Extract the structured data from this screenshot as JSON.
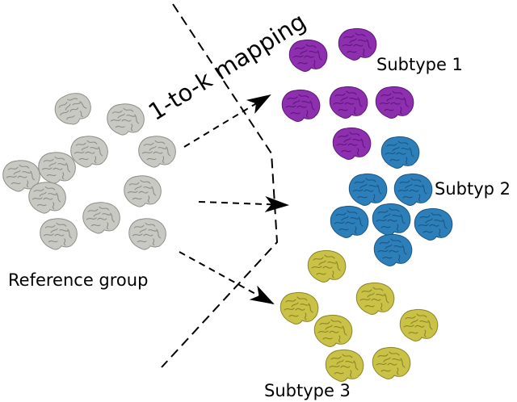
{
  "mapping_label": "1-to-k mapping",
  "groups": {
    "reference": {
      "label": "Reference group",
      "color": "#c9c9c4",
      "stroke": "#8d8d88"
    },
    "subtype1": {
      "label": "Subtype 1",
      "color": "#8e2fb0",
      "stroke": "#5c1877"
    },
    "subtype2": {
      "label": "Subtyp 2",
      "color": "#2d7fba",
      "stroke": "#1a5685"
    },
    "subtype3": {
      "label": "Subtype 3",
      "color": "#c9c246",
      "stroke": "#8c8628"
    }
  }
}
